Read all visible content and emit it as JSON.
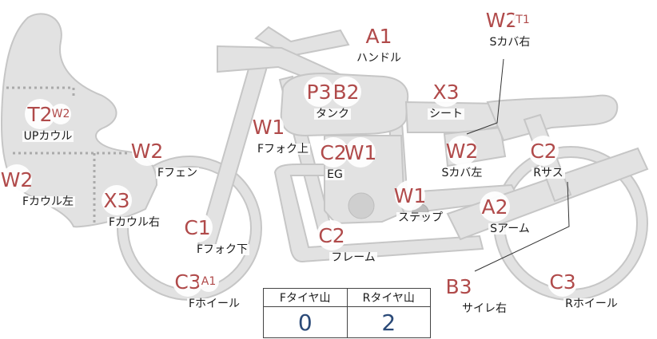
{
  "parts": [
    {
      "id": "handle",
      "codes": [
        {
          "text": "A1",
          "size": "lg"
        }
      ],
      "label": "ハンドル"
    },
    {
      "id": "s-cover-right",
      "codes": [
        {
          "text": "W2",
          "size": "lg"
        },
        {
          "text": "T1",
          "size": "sm"
        }
      ],
      "label": "Sカバ右"
    },
    {
      "id": "tank",
      "codes": [
        {
          "text": "P3",
          "size": "lg"
        },
        {
          "text": "B2",
          "size": "lg"
        }
      ],
      "label": "タンク"
    },
    {
      "id": "seat",
      "codes": [
        {
          "text": "X3",
          "size": "lg"
        }
      ],
      "label": "シート"
    },
    {
      "id": "up-cowl",
      "codes": [
        {
          "text": "T2",
          "size": "lg"
        },
        {
          "text": "W2",
          "size": "sm"
        }
      ],
      "label": "UPカウル"
    },
    {
      "id": "f-fork-upper",
      "codes": [
        {
          "text": "W1",
          "size": "lg"
        }
      ],
      "label": "Fフォク上"
    },
    {
      "id": "engine",
      "codes": [
        {
          "text": "C2",
          "size": "lg"
        },
        {
          "text": "W1",
          "size": "lg"
        }
      ],
      "label": "EG"
    },
    {
      "id": "s-cover-left",
      "codes": [
        {
          "text": "W2",
          "size": "lg"
        }
      ],
      "label": "Sカバ左"
    },
    {
      "id": "r-suspension",
      "codes": [
        {
          "text": "C2",
          "size": "lg"
        }
      ],
      "label": "Rサス"
    },
    {
      "id": "f-fender",
      "codes": [
        {
          "text": "W2",
          "size": "lg"
        }
      ],
      "label": "Fフェン"
    },
    {
      "id": "f-cowl-left",
      "codes": [
        {
          "text": "W2",
          "size": "lg"
        }
      ],
      "label": "Fカウル左"
    },
    {
      "id": "f-cowl-right",
      "codes": [
        {
          "text": "X3",
          "size": "lg"
        }
      ],
      "label": "Fカウル右"
    },
    {
      "id": "step",
      "codes": [
        {
          "text": "W1",
          "size": "lg"
        }
      ],
      "label": "ステップ"
    },
    {
      "id": "s-arm",
      "codes": [
        {
          "text": "A2",
          "size": "lg"
        }
      ],
      "label": "Sアーム"
    },
    {
      "id": "f-fork-lower",
      "codes": [
        {
          "text": "C1",
          "size": "lg"
        }
      ],
      "label": "Fフォク下"
    },
    {
      "id": "frame",
      "codes": [
        {
          "text": "C2",
          "size": "lg"
        }
      ],
      "label": "フレーム"
    },
    {
      "id": "f-wheel",
      "codes": [
        {
          "text": "C3",
          "size": "lg"
        },
        {
          "text": "A1",
          "size": "sm"
        }
      ],
      "label": "Fホイール"
    },
    {
      "id": "silencer-right",
      "codes": [
        {
          "text": "B3",
          "size": "lg"
        }
      ],
      "label": "サイレ右"
    },
    {
      "id": "r-wheel",
      "codes": [
        {
          "text": "C3",
          "size": "lg"
        }
      ],
      "label": "Rホイール"
    }
  ],
  "tread": {
    "front_label": "Fタイヤ山",
    "rear_label": "Rタイヤ山",
    "front_value": "0",
    "rear_value": "2"
  },
  "colors": {
    "code": "#b04a4a",
    "value": "#2b4a78",
    "body_fill": "#e2e2e2",
    "body_stroke": "#c6c6c6"
  }
}
